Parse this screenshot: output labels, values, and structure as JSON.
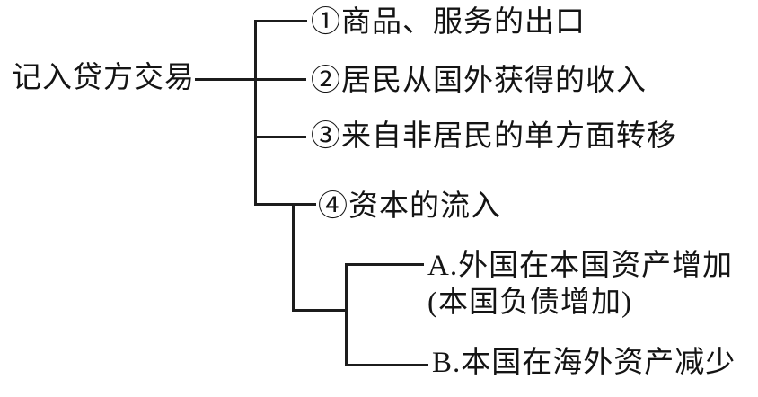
{
  "page": {
    "background": "#ffffff",
    "text_color": "#141414",
    "line_color": "#1c1c1c"
  },
  "diagram": {
    "root_label": "记入贷方交易",
    "branches": [
      {
        "label": "①商品、服务的出口"
      },
      {
        "label": "②居民从国外获得的收入"
      },
      {
        "label": "③来自非居民的单方面转移"
      },
      {
        "label": "④资本的流入"
      }
    ],
    "sub_branches": [
      {
        "label": "A.外国在本国资产增加",
        "label_line2": "(本国负债增加)"
      },
      {
        "label": "B.本国在海外资产减少"
      }
    ]
  }
}
